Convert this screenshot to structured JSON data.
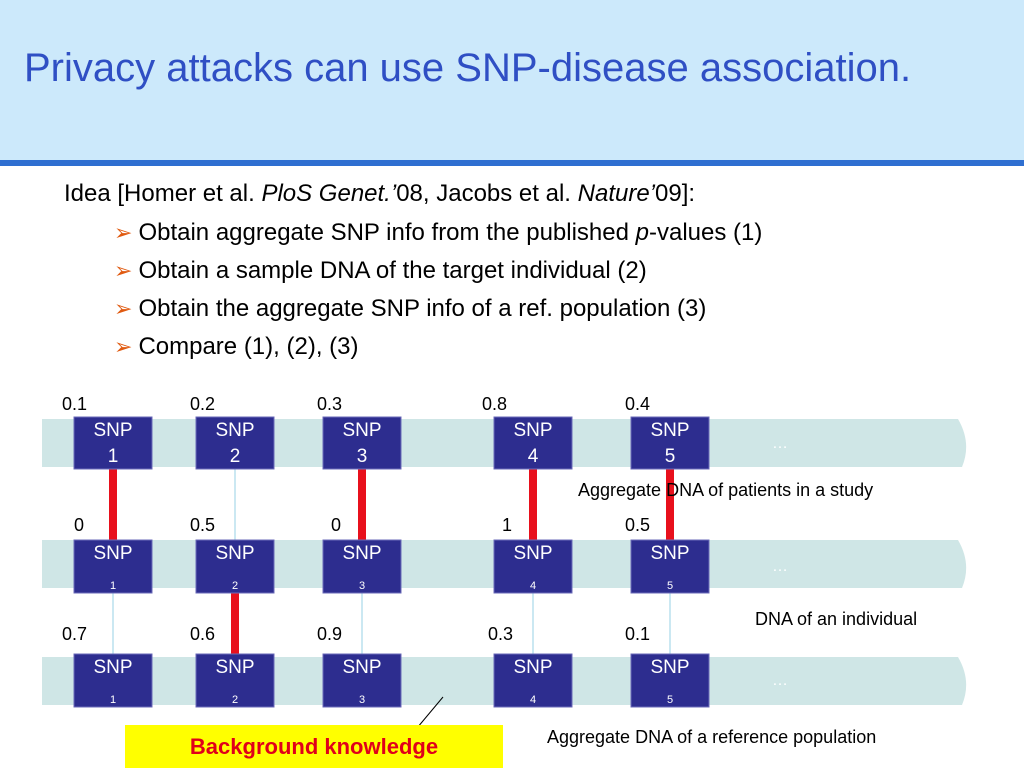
{
  "title": "Privacy attacks can use SNP-disease association.",
  "intro": {
    "prefix": "Idea [Homer et al. ",
    "journal1": "PloS Genet.’",
    "mid": "08, Jacobs et al. ",
    "journal2": "Nature’",
    "suffix": "09]:"
  },
  "bullets": [
    {
      "before": "Obtain aggregate SNP info from the published ",
      "italic": "p",
      "after": "-values (1)"
    },
    {
      "before": "Obtain a sample DNA of the target individual (2)",
      "italic": "",
      "after": ""
    },
    {
      "before": "Obtain the aggregate SNP info of a ref. population (3)",
      "italic": "",
      "after": ""
    },
    {
      "before": "Compare (1), (2), (3)",
      "italic": "",
      "after": ""
    }
  ],
  "diagram": {
    "snp_word": "SNP",
    "snp_numbers": [
      "1",
      "2",
      "3",
      "4",
      "5"
    ],
    "ellipsis": "…",
    "rows": [
      {
        "label": "Aggregate DNA of patients in a study",
        "values": [
          "0.1",
          "0.2",
          "0.3",
          "0.8",
          "0.4"
        ]
      },
      {
        "label": "DNA of an individual",
        "values": [
          "0",
          "0.5",
          "0",
          "1",
          "0.5"
        ]
      },
      {
        "label": "Aggregate DNA of a reference population",
        "values": [
          "0.7",
          "0.6",
          "0.9",
          "0.3",
          "0.1"
        ]
      }
    ],
    "background_knowledge": "Background knowledge"
  },
  "colors": {
    "header_bg": "#cce9fb",
    "header_rule": "#2f6fd1",
    "title": "#2f4fc4",
    "strand": "#cfe6e6",
    "snp_box": "#2d2d8f",
    "strong_link": "#e8101c",
    "weak_link": "#a8d8e8",
    "bullet_arrow": "#e05a10",
    "highlight_bg": "#ffff00",
    "highlight_text": "#e0001a"
  }
}
